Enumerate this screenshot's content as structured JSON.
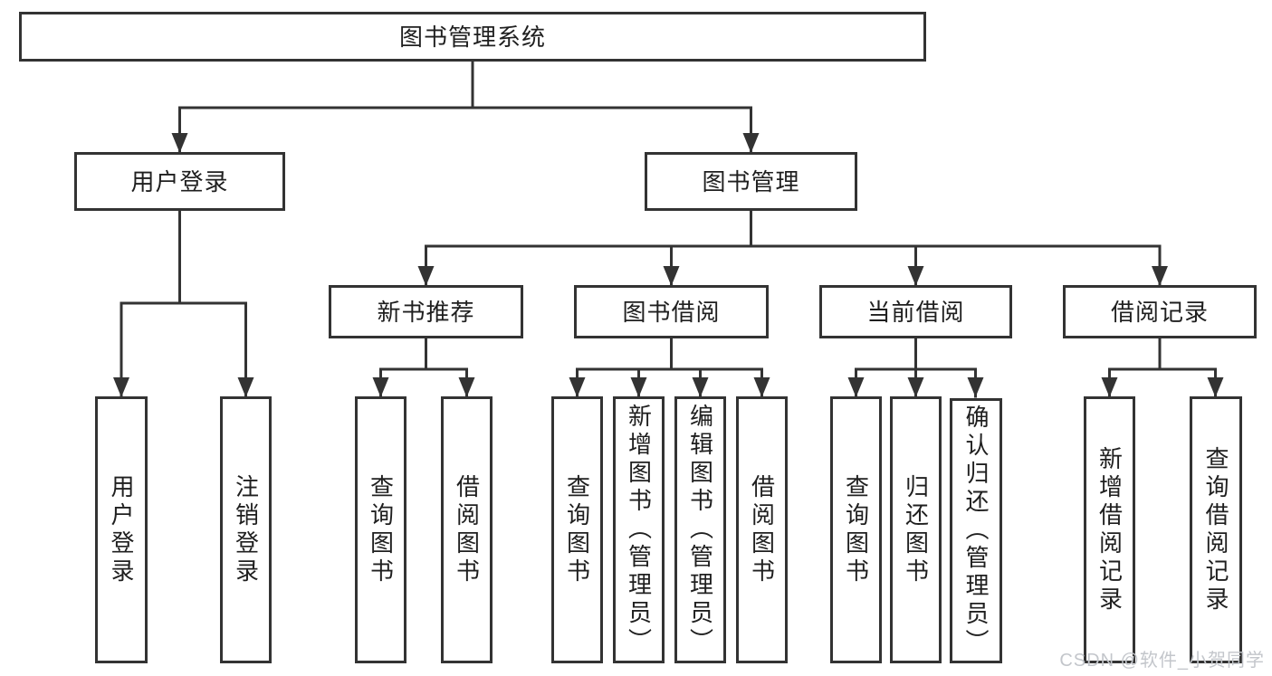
{
  "root": {
    "label": "图书管理系统"
  },
  "level2": {
    "user_login": {
      "label": "用户登录"
    },
    "book_mgmt": {
      "label": "图书管理"
    }
  },
  "level3": {
    "new_books": {
      "label": "新书推荐"
    },
    "borrowing": {
      "label": "图书借阅"
    },
    "current": {
      "label": "当前借阅"
    },
    "records": {
      "label": "借阅记录"
    }
  },
  "leaves": {
    "user_login": [
      "用户登录",
      "注销登录"
    ],
    "new_books": [
      "查询图书",
      "借阅图书"
    ],
    "borrowing": [
      "查询图书",
      "新增图书（管理员）",
      "编辑图书（管理员）",
      "借阅图书"
    ],
    "current": [
      "查询图书",
      "归还图书",
      "确认归还（管理员）"
    ],
    "records": [
      "新增借阅记录",
      "查询借阅记录"
    ]
  },
  "watermark": "CSDN @软件_小贺同学",
  "colors": {
    "line": "#333333",
    "border": "#333333",
    "text": "#1f1f1f",
    "background": "#ffffff",
    "watermark": "#c3c6cb"
  }
}
